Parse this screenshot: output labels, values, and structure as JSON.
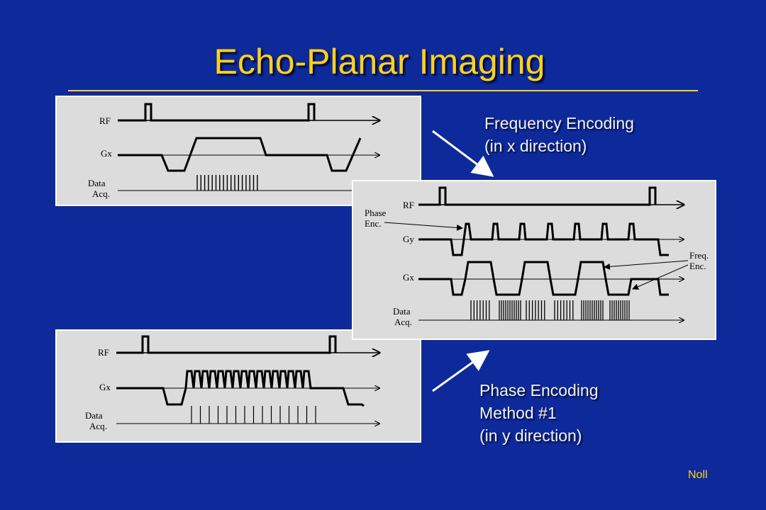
{
  "title": "Echo-Planar Imaging",
  "captions": {
    "frequency": [
      "Frequency Encoding",
      "(in x direction)"
    ],
    "phase": [
      "Phase Encoding",
      "Method #1",
      "(in y direction)"
    ]
  },
  "credit": "Noll",
  "panel_top": {
    "labels": {
      "rf": "RF",
      "gx": "Gx",
      "data1": "Data",
      "data2": "Acq."
    }
  },
  "panel_bottom": {
    "labels": {
      "rf": "RF",
      "gx": "Gx",
      "data1": "Data",
      "data2": "Acq."
    }
  },
  "panel_right": {
    "labels": {
      "rf": "RF",
      "gy": "Gy",
      "gx": "Gx",
      "data1": "Data",
      "data2": "Acq.",
      "phase1": "Phase",
      "phase2": "Enc.",
      "freq1": "Freq.",
      "freq2": "Enc."
    }
  },
  "colors": {
    "background": "#0e2a9a",
    "title": "#ffd21a",
    "panel": "#dcdcdc"
  }
}
